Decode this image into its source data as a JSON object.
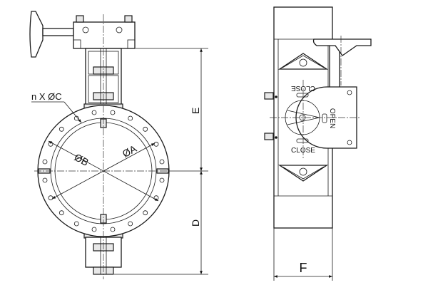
{
  "drawing": {
    "front_view": {
      "bolt_label": "n X ØC",
      "dia_b_label": "ØB",
      "dia_a_label": "ØA",
      "dim_e_label": "E",
      "dim_d_label": "D"
    },
    "side_view": {
      "close_label_top": "CLOSE",
      "close_label_bottom": "CLOSE",
      "open_label": "OPEN",
      "dim_f_label": "F"
    }
  }
}
